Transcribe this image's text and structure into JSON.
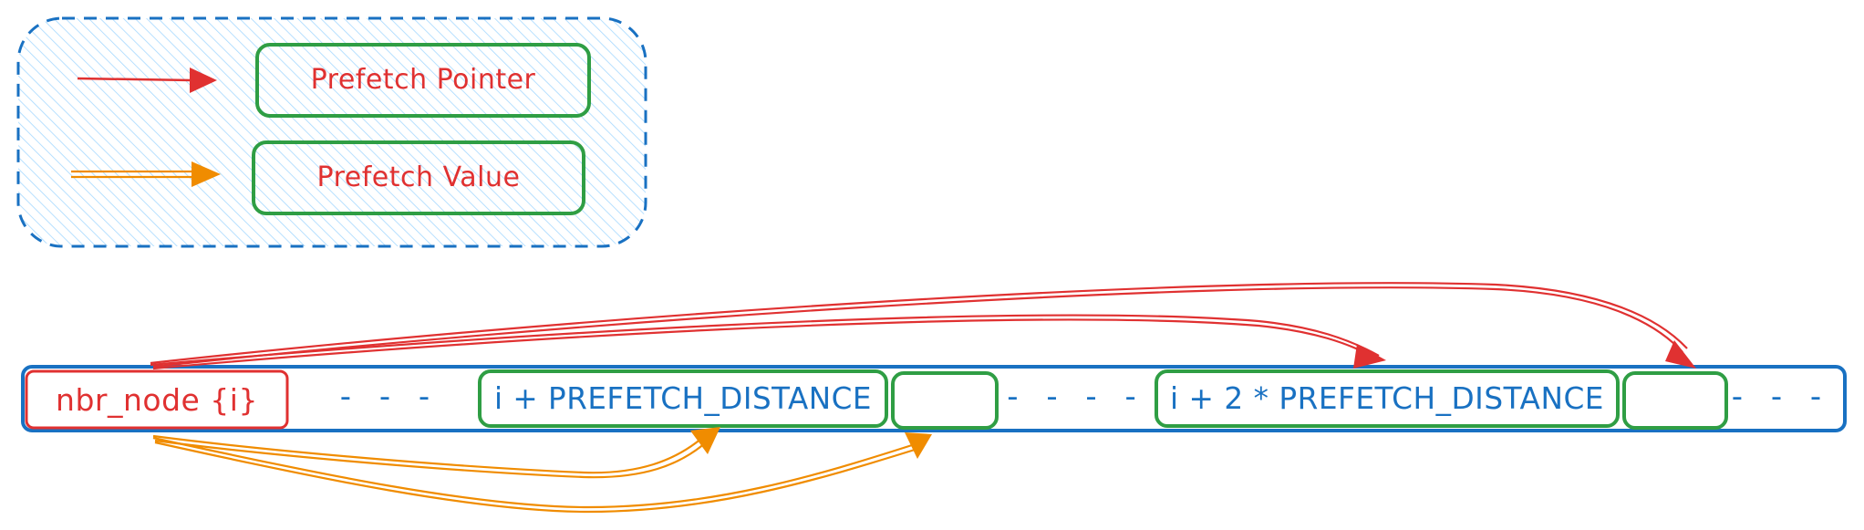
{
  "legend": {
    "pointer_label": "Prefetch Pointer",
    "value_label": "Prefetch Value"
  },
  "array": {
    "start_cell": "nbr_node {i}",
    "gap_1": "- - -",
    "cell_distance_1": "i + PREFETCH_DISTANCE",
    "gap_2": "- - - -",
    "cell_distance_2": "i + 2 * PREFETCH_DISTANCE",
    "gap_3": "- - -"
  },
  "colors": {
    "red": "#e03131",
    "orange": "#f08c00",
    "green": "#2f9e44",
    "blue": "#1971c2",
    "light_blue_fill": "#a5d8ff"
  }
}
